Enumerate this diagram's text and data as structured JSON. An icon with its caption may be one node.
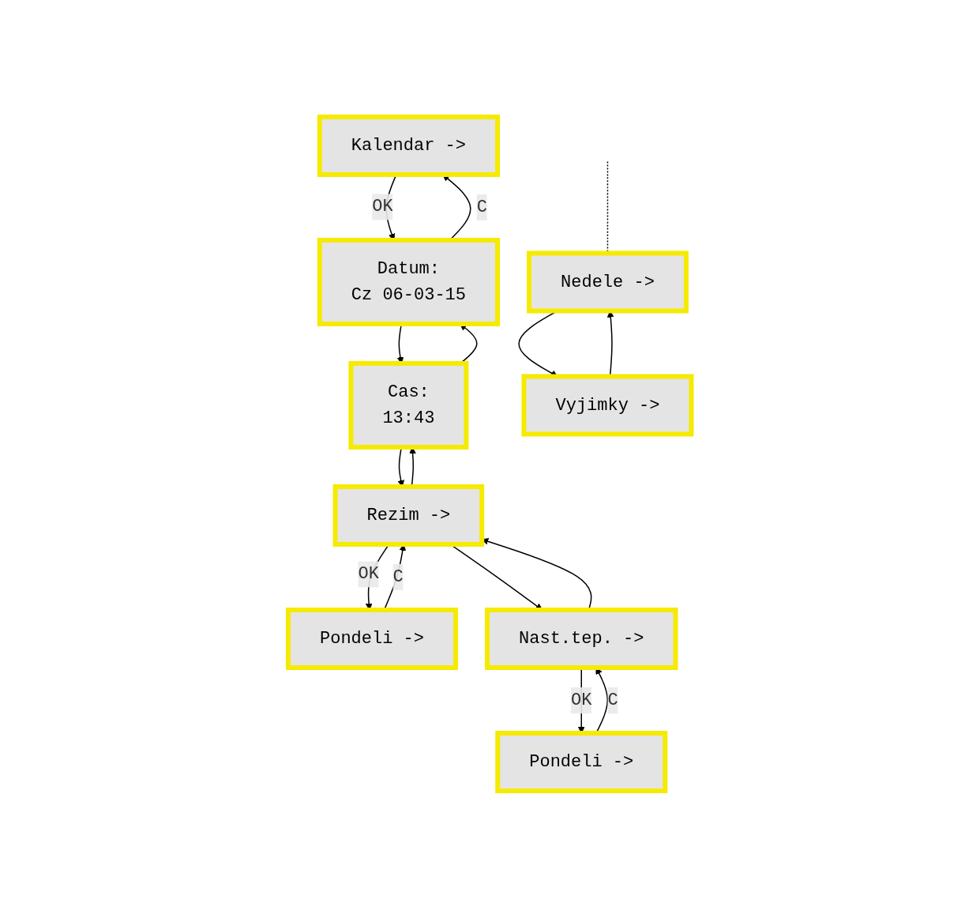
{
  "diagram": {
    "nodes": [
      {
        "text": [
          "Kalendar ->"
        ]
      },
      {
        "text": [
          "Datum:",
          "Cz 06-03-15"
        ]
      },
      {
        "text": [
          "Cas:",
          "13:43"
        ]
      },
      {
        "text": [
          "Rezim ->"
        ]
      },
      {
        "text": [
          "Pondeli ->"
        ]
      },
      {
        "text": [
          "Nedele ->"
        ]
      },
      {
        "text": [
          "Vyjimky ->"
        ]
      },
      {
        "text": [
          "Nast.tep. ->"
        ]
      },
      {
        "text": [
          "Pondeli ->"
        ]
      }
    ],
    "edges": [
      {
        "from": 0,
        "to": 1,
        "arrow": "to",
        "label": "OK"
      },
      {
        "from": 1,
        "to": 0,
        "arrow": "to",
        "label": "C"
      },
      {
        "from": 1,
        "to": 2,
        "arrow": "to"
      },
      {
        "from": 2,
        "to": 1,
        "arrow": "to"
      },
      {
        "from": 2,
        "to": 3,
        "arrow": "to"
      },
      {
        "from": 3,
        "to": 2,
        "arrow": "to"
      },
      {
        "from": 3,
        "to": 4,
        "arrow": "to",
        "label": "OK"
      },
      {
        "from": 4,
        "to": 3,
        "arrow": "to",
        "label": "C"
      },
      {
        "from": null,
        "to": 5,
        "arrow": "none",
        "style": "dashed"
      },
      {
        "from": 5,
        "to": 6,
        "arrow": "to"
      },
      {
        "from": 6,
        "to": 5,
        "arrow": "to"
      },
      {
        "from": 3,
        "to": 7,
        "arrow": "to"
      },
      {
        "from": 7,
        "to": 3,
        "arrow": "to"
      },
      {
        "from": 7,
        "to": 8,
        "arrow": "to",
        "label": "OK"
      },
      {
        "from": 8,
        "to": 7,
        "arrow": "to",
        "label": "C"
      }
    ]
  }
}
